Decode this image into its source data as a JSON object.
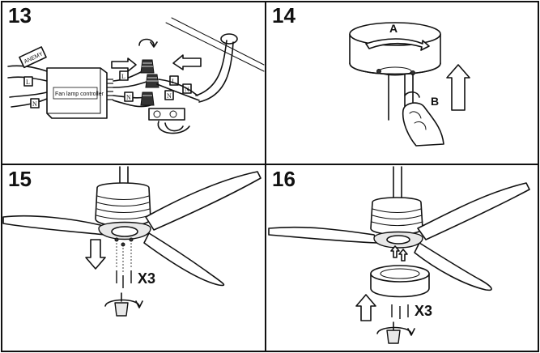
{
  "steps": [
    {
      "number": "13",
      "controller_label": "Fan lamp controller",
      "unit_label": "ANEMY",
      "wire_tags": [
        "L",
        "N",
        "L",
        "N",
        "N",
        "L",
        "N"
      ]
    },
    {
      "number": "14",
      "label_a": "A",
      "label_b": "B"
    },
    {
      "number": "15",
      "quantity": "X3"
    },
    {
      "number": "16",
      "quantity": "X3"
    }
  ],
  "colors": {
    "ink": "#111111",
    "background": "#ffffff"
  }
}
